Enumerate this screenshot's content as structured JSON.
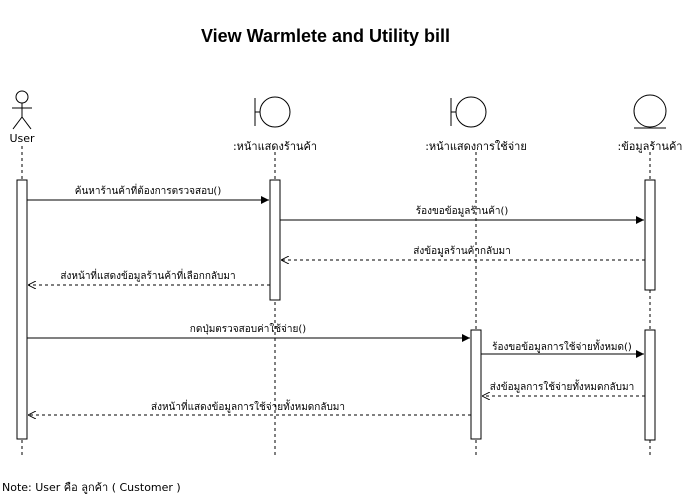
{
  "title": "View Warmlete and Utility bill",
  "lifelines": {
    "user": "User",
    "shop_page": ":หน้าแสดงร้านค้า",
    "expense_page": ":หน้าแสดงการใช้จ่าย",
    "shop_data": ":ข้อมูลร้านค้า"
  },
  "messages": {
    "m1": "ค้นหาร้านค้าที่ต้องการตรวจสอบ()",
    "m2": "ร้องขอข้อมูลร้านค้า()",
    "m3": "ส่งข้อมูลร้านค้ากลับมา",
    "m4": "ส่งหน้าที่แสดงข้อมูลร้านค้าที่เลือกกลับมา",
    "m5": "กดปุ่มตรวจสอบค่าใช้จ่าย()",
    "m6": "ร้องขอข้อมูลการใช้จ่ายทั้งหมด()",
    "m7": "ส่งข้อมูลการใช้จ่ายทั้งหมดกลับมา",
    "m8": "ส่งหน้าที่แสดงข้อมูลการใช้จ่ายทั้งหมดกลับมา"
  },
  "note": "Note: User คือ ลูกค้า ( Customer )"
}
